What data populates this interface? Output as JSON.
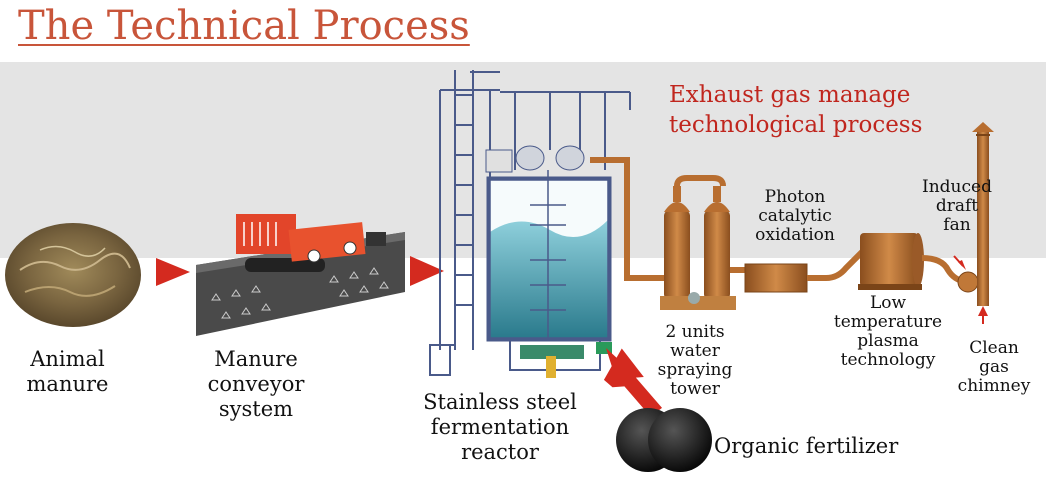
{
  "title": "The Technical Process",
  "note": [
    "Exhaust gas manage",
    "technological process"
  ],
  "labels": {
    "animal_manure": [
      "Animal",
      "manure"
    ],
    "conveyor": [
      "Manure",
      "conveyor",
      "system"
    ],
    "reactor": [
      "Stainless steel",
      "fermentation",
      "reactor"
    ],
    "fertilizer": "Organic fertilizer",
    "tower": [
      "2 units",
      "water",
      "spraying",
      "tower"
    ],
    "photon": [
      "Photon",
      "catalytic",
      "oxidation"
    ],
    "plasma": [
      "Low",
      "temperature",
      "plasma",
      "technology"
    ],
    "fan": [
      "Induced",
      "draft",
      "fan"
    ],
    "chimney": [
      "Clean",
      "gas",
      "chimney"
    ]
  },
  "colors": {
    "title": "#c8553a",
    "note": "#c0261e",
    "arrow": "#d42a1f",
    "pipe": "#b86e30",
    "frame": "#4a5a8a",
    "band": "#e4e4e4"
  },
  "icons": [
    "flow-arrow-icon",
    "down-arrow-icon",
    "fertilizer-pellet-icon"
  ]
}
